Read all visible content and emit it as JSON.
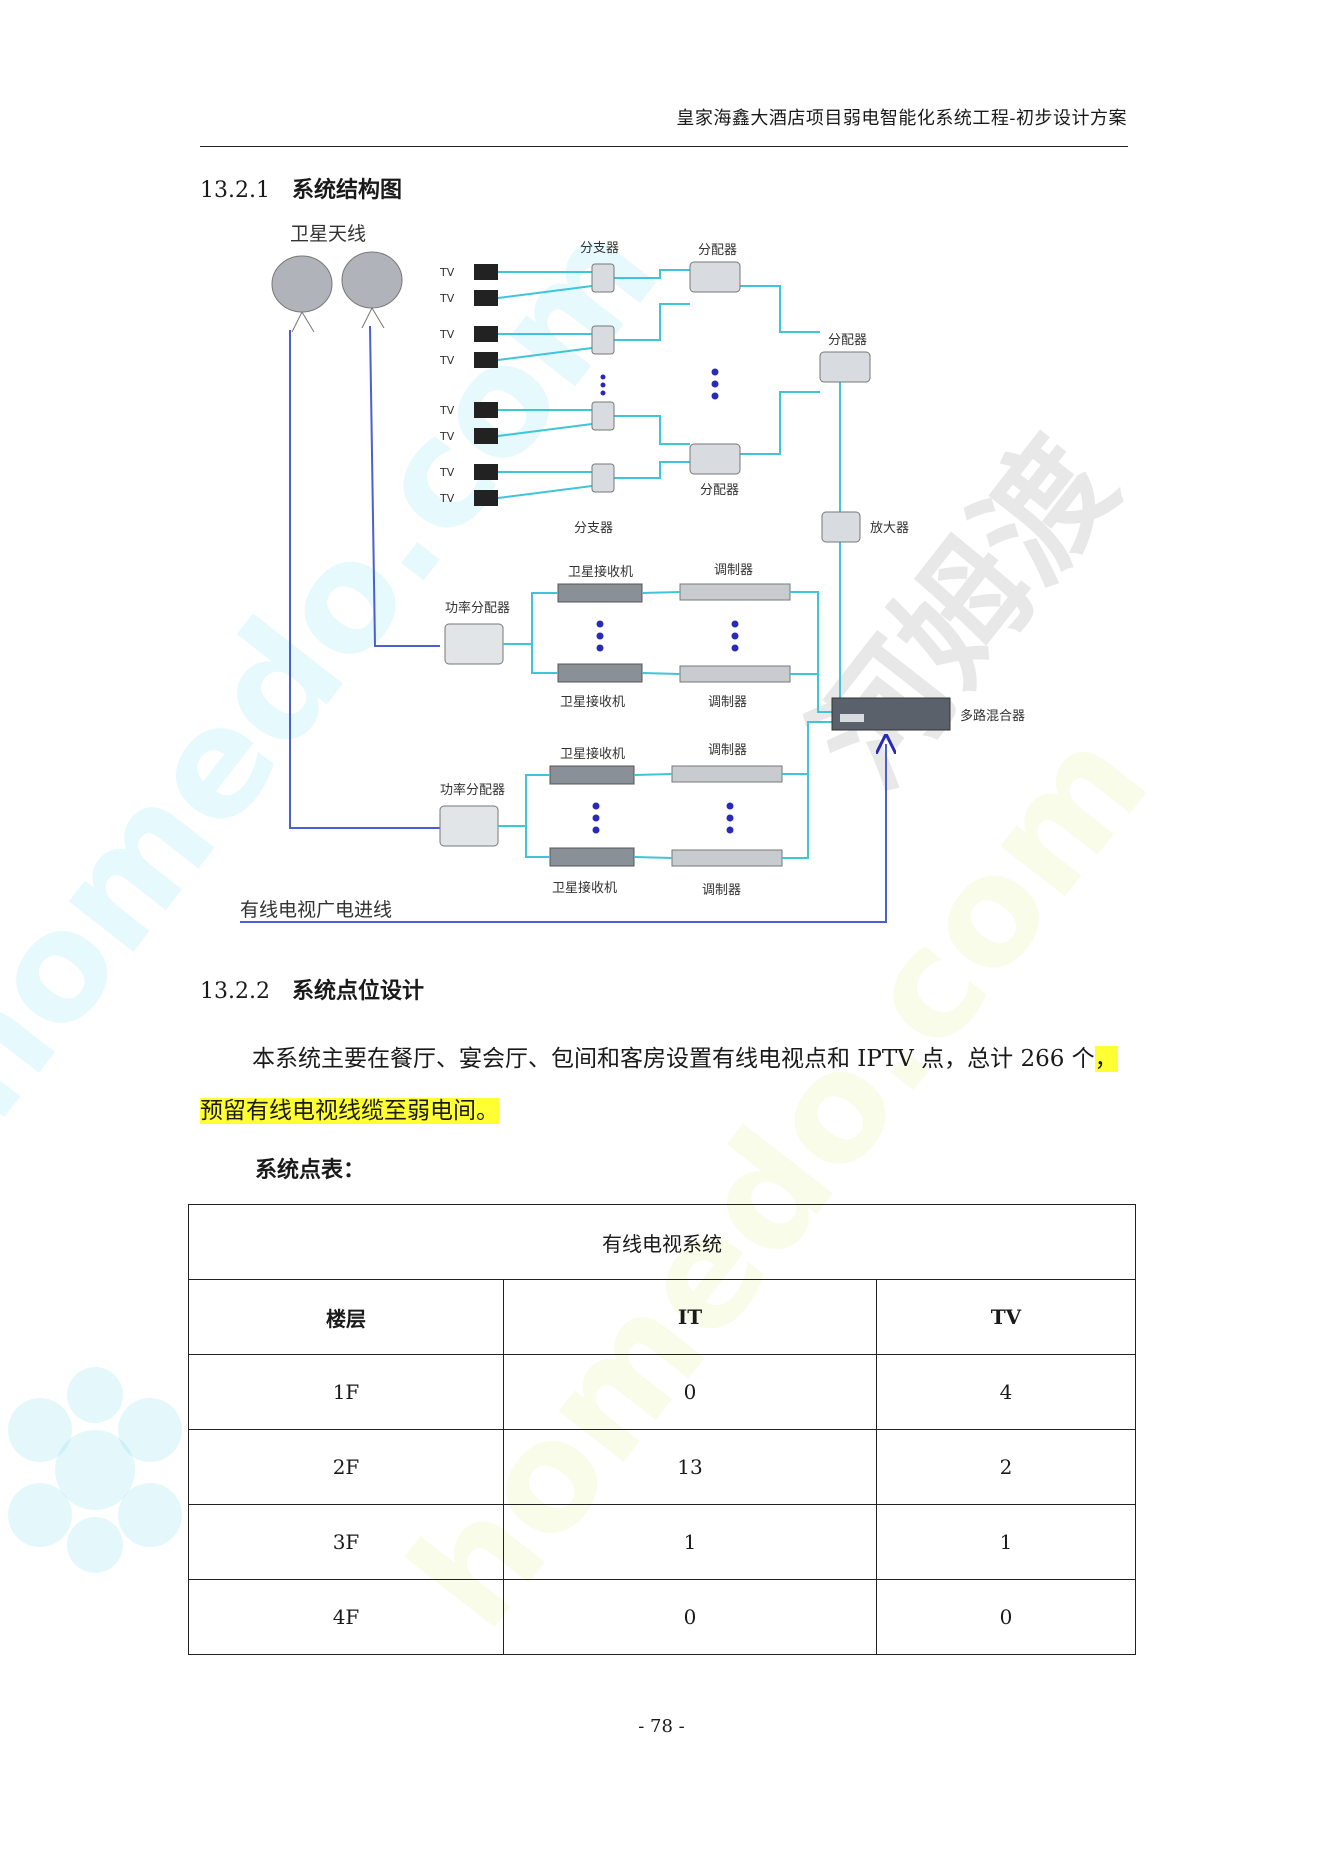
{
  "header": {
    "title": "皇家海鑫大酒店项目弱电智能化系统工程-初步设计方案"
  },
  "section_structure": {
    "number": "13.2.1",
    "title": "系统结构图"
  },
  "diagram": {
    "satellite_label": "卫星天线",
    "tv_label": "TV",
    "splitter_label": "分支器",
    "distributor_label": "分配器",
    "amplifier_label": "放大器",
    "receiver_label": "卫星接收机",
    "modulator_label": "调制器",
    "power_divider_label": "功率分配器",
    "mixer_label": "多路混合器",
    "cable_label": "有线电视广电进线"
  },
  "section_points": {
    "number": "13.2.2",
    "title": "系统点位设计"
  },
  "paragraph": {
    "text": "本系统主要在餐厅、宴会厅、包间和客房设置有线电视点和 IPTV 点，总计 266 个",
    "highlight": "，预留有线电视线缆至弱电间。"
  },
  "table_caption": "系统点表：",
  "table": {
    "title": "有线电视系统",
    "headers": [
      "楼层",
      "IT",
      "TV"
    ],
    "rows": [
      [
        "1F",
        "0",
        "4"
      ],
      [
        "2F",
        "13",
        "2"
      ],
      [
        "3F",
        "1",
        "1"
      ],
      [
        "4F",
        "0",
        "0"
      ]
    ]
  },
  "page_number": "- 78 -",
  "watermark": {
    "text_cn": "河姆渡",
    "text_url": "homedo.com"
  }
}
